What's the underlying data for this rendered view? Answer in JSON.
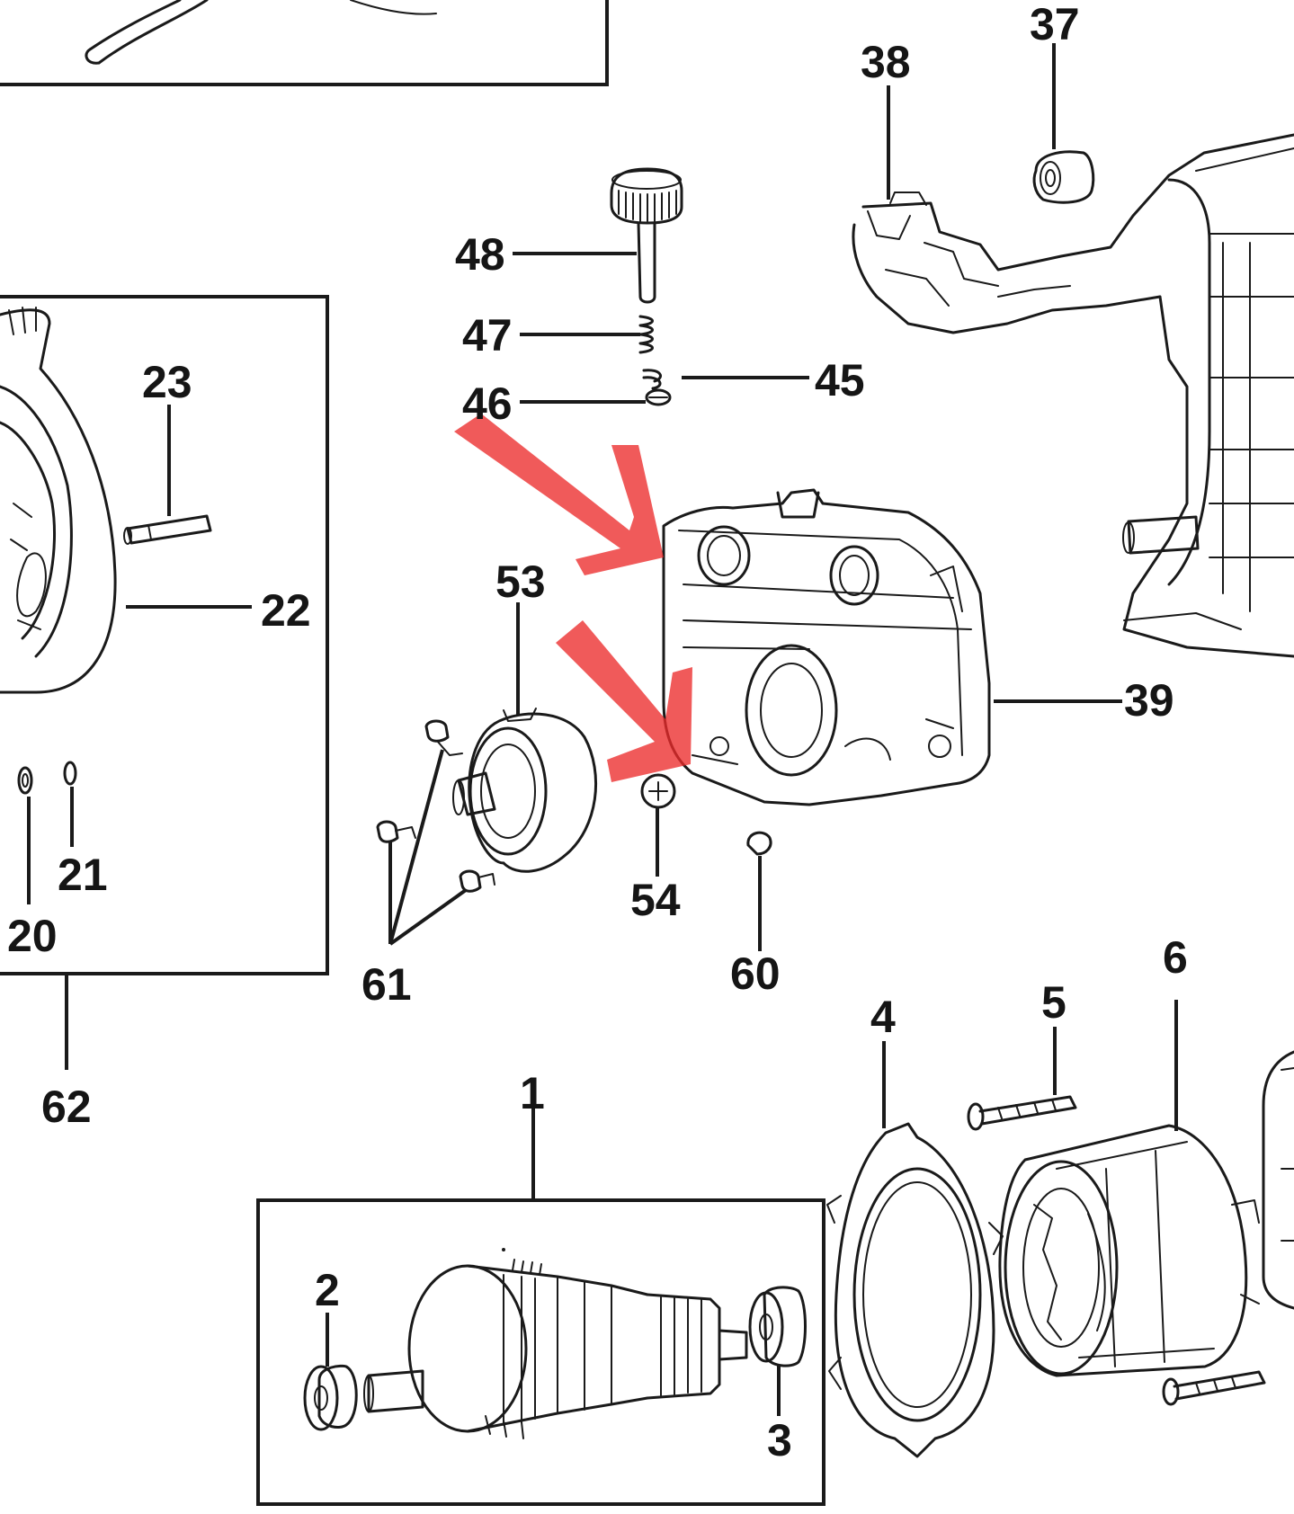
{
  "diagram": {
    "part_labels": {
      "p1": "1",
      "p2": "2",
      "p3": "3",
      "p4": "4",
      "p5": "5",
      "p6": "6",
      "p20": "20",
      "p21": "21",
      "p22": "22",
      "p23": "23",
      "p37": "37",
      "p38": "38",
      "p39": "39",
      "p45": "45",
      "p46": "46",
      "p47": "47",
      "p48": "48",
      "p53": "53",
      "p54": "54",
      "p60": "60",
      "p61": "61",
      "p62": "62"
    },
    "annotation_arrow_color": "#ec2b2b",
    "annotation_arrows": [
      "upper-red-arrow",
      "lower-red-arrow"
    ],
    "annotation_targets": [
      "39",
      "54"
    ]
  }
}
